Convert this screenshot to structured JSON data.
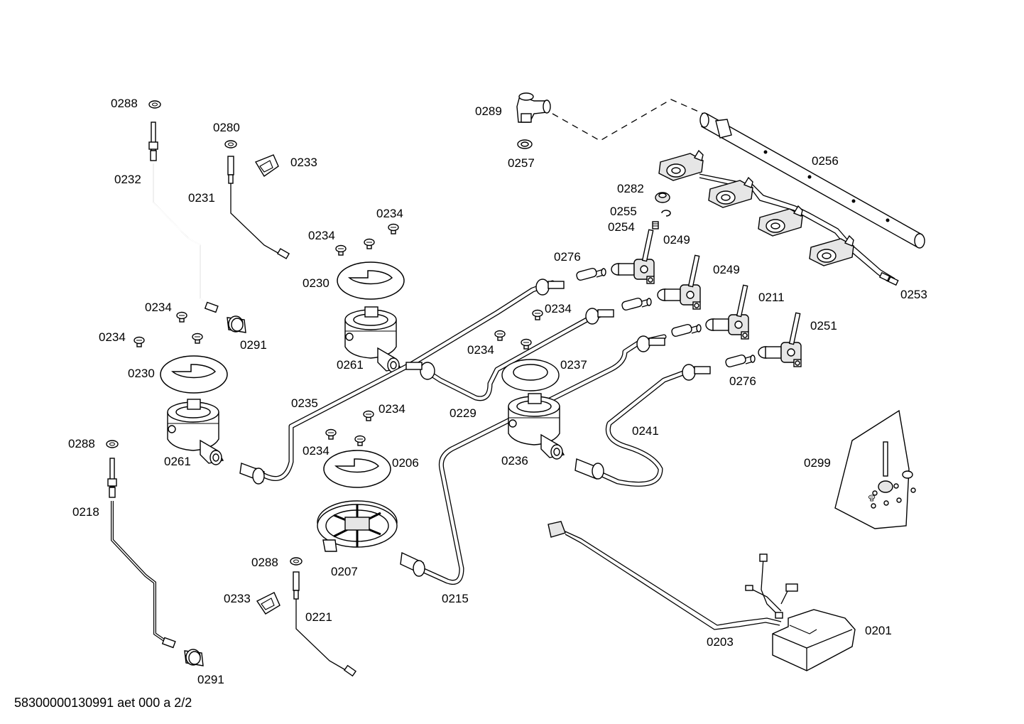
{
  "diagram": {
    "labels": {
      "p0288a": "0288",
      "p0280": "0280",
      "p0232": "0232",
      "p0231": "0231",
      "p0233a": "0233",
      "p0234a": "0234",
      "p0234b": "0234",
      "p0230a": "0230",
      "p0261a": "0261",
      "p0234c": "0234",
      "p0234d": "0234",
      "p0291a": "0291",
      "p0230b": "0230",
      "p0261b": "0261",
      "p0288b": "0288",
      "p0218": "0218",
      "p0291b": "0291",
      "p0235": "0235",
      "p0234e": "0234",
      "p0234f": "0234",
      "p0206": "0206",
      "p0207": "0207",
      "p0288c": "0288",
      "p0233b": "0233",
      "p0221": "0221",
      "p0215": "0215",
      "p0289": "0289",
      "p0257": "0257",
      "p0256": "0256",
      "p0282": "0282",
      "p0255": "0255",
      "p0254": "0254",
      "p0249a": "0249",
      "p0276a": "0276",
      "p0249b": "0249",
      "p0211": "0211",
      "p0251": "0251",
      "p0253": "0253",
      "p0234g": "0234",
      "p0234h": "0234",
      "p0237": "0237",
      "p0229": "0229",
      "p0236": "0236",
      "p0241": "0241",
      "p0276b": "0276",
      "p0299": "0299",
      "p0203": "0203",
      "p0201": "0201"
    },
    "doc_ref": "58300000130991 aet 000 a 2/2"
  }
}
